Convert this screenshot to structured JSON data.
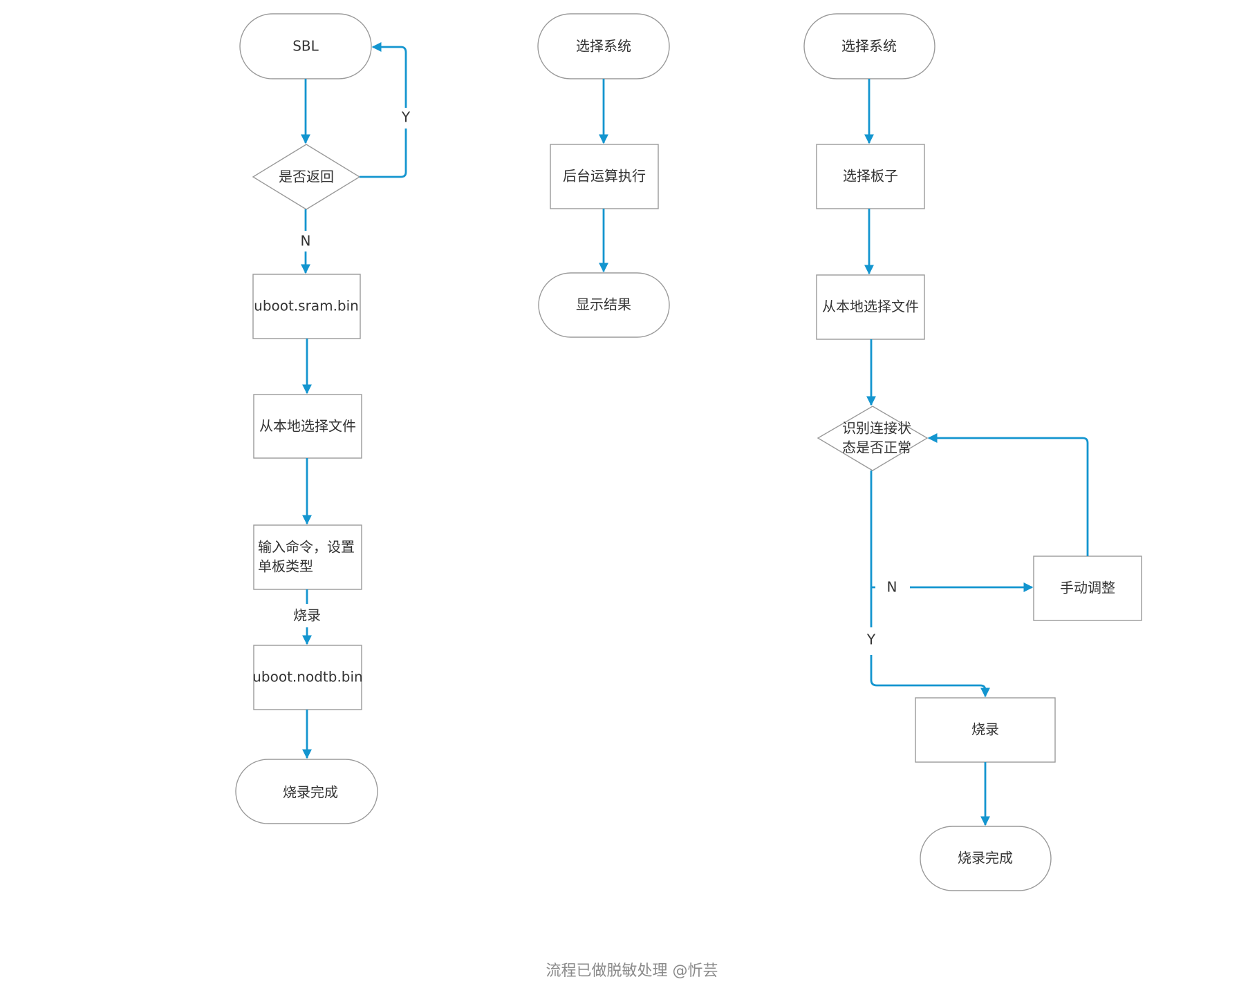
{
  "colors": {
    "connector": "#1395cf",
    "node_border": "#9a9a9a",
    "text": "#333333",
    "watermark": "#8a8a8a"
  },
  "flow1": {
    "sbl": "SBL",
    "decision": "是否返回",
    "yes": "Y",
    "no": "N",
    "sram": "uboot.sram.bin",
    "select_file": "从本地选择文件",
    "cmd_line1": "输入命令，设置",
    "cmd_line2": "单板类型",
    "burn_label": "烧录",
    "nodtb": "uboot.nodtb.bin",
    "done": "烧录完成"
  },
  "flow2": {
    "select_system": "选择系统",
    "backend": "后台运算执行",
    "result": "显示结果"
  },
  "flow3": {
    "select_system": "选择系统",
    "select_board": "选择板子",
    "select_file": "从本地选择文件",
    "decision_line1": "识别连接状",
    "decision_line2": "态是否正常",
    "no": "N",
    "yes": "Y",
    "manual": "手动调整",
    "burn": "烧录",
    "done": "烧录完成"
  },
  "watermark": "流程已做脱敏处理 @忻芸"
}
